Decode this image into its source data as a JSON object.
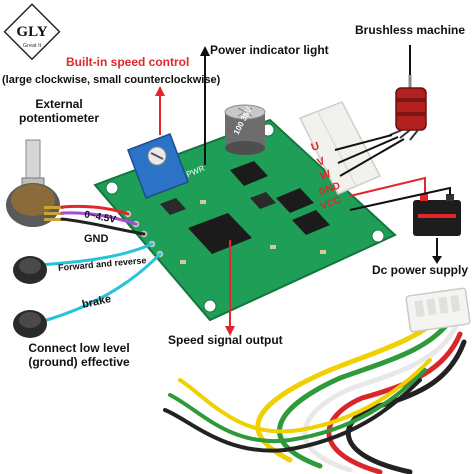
{
  "logo": {
    "letters": "GLY",
    "tagline": "Great It"
  },
  "callouts": {
    "speed_control_title": "Built-in speed control",
    "speed_control_note": "(large clockwise, small counterclockwise)",
    "power_indicator": "Power indicator light",
    "brushless_machine": "Brushless machine",
    "external_potentiometer_1": "External",
    "external_potentiometer_2": "potentiometer",
    "dc_power_supply": "Dc power supply",
    "speed_signal_output": "Speed signal output",
    "connect_low_1": "Connect low level",
    "connect_low_2": "(ground) effective"
  },
  "wire_labels": {
    "voltage": "0~4.5V",
    "gnd": "GND",
    "forward_reverse": "Forward and reverse",
    "brake": "brake"
  },
  "board_pins": [
    "U",
    "V",
    "W",
    "GND",
    "VCC"
  ],
  "board_marks": {
    "capacitor": "100 35V VT",
    "pwr": "PWR"
  },
  "colors": {
    "accent_red": "#e2262b",
    "pcb_green": "#1f9e57",
    "wire_purple": "#a54bd6",
    "wire_cyan": "#25c4d8",
    "potentiometer_blue": "#2c72c7",
    "motor_red": "#b32020"
  }
}
